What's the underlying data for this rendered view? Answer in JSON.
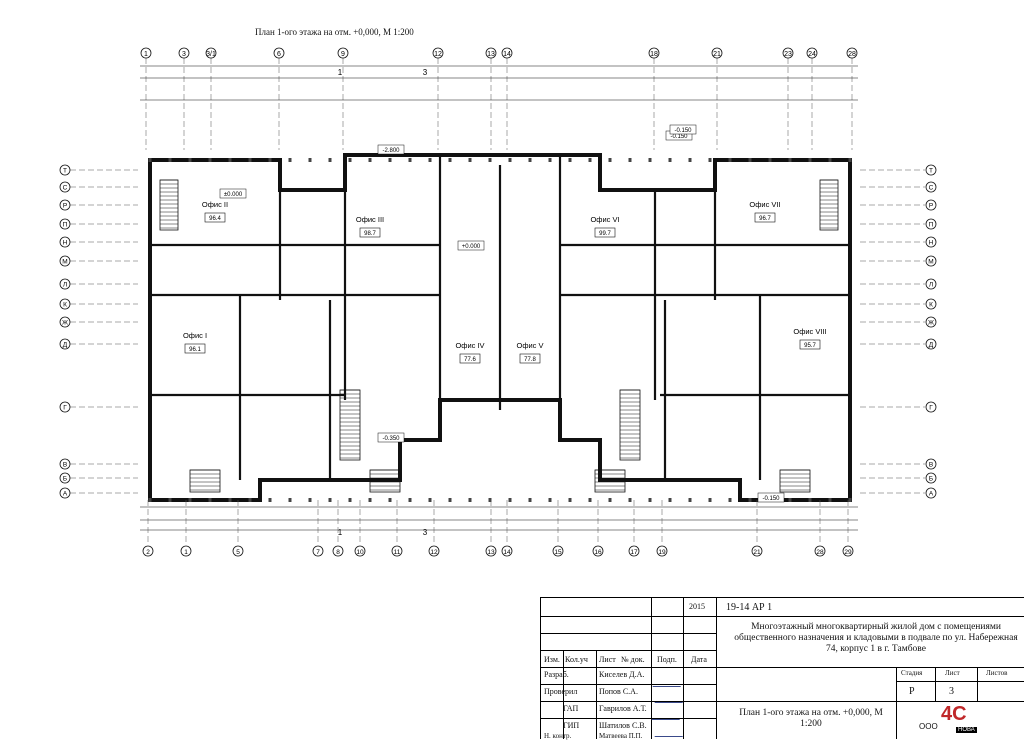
{
  "drawing": {
    "title": "План 1-ого этажа на отм. +0,000,  М 1:200",
    "axes_top": [
      "1",
      "3",
      "3/1",
      "6",
      "9",
      "12",
      "13",
      "14",
      "18",
      "21",
      "23",
      "24",
      "28"
    ],
    "axes_bottom": [
      "2",
      "1",
      "5",
      "7",
      "8",
      "10",
      "11",
      "12",
      "13",
      "14",
      "15",
      "16",
      "17",
      "19",
      "21",
      "28",
      "29"
    ],
    "axes_left": [
      "Т",
      "С",
      "Р",
      "П",
      "Н",
      "М",
      "Л",
      "К",
      "Ж",
      "Д",
      "Г",
      "В",
      "Б",
      "А"
    ],
    "axes_right": [
      "Т",
      "С",
      "Р",
      "П",
      "Н",
      "М",
      "Л",
      "К",
      "Ж",
      "Д",
      "Г",
      "В",
      "Б",
      "А"
    ],
    "rooms": [
      {
        "label": "Офис II",
        "area": "96.4"
      },
      {
        "label": "Офис III",
        "area": "98.7"
      },
      {
        "label": "Офис VI",
        "area": "99.7"
      },
      {
        "label": "Офис VII",
        "area": "96.7"
      },
      {
        "label": "Офис I",
        "area": "96.1"
      },
      {
        "label": "Офис IV",
        "area": "77.6"
      },
      {
        "label": "Офис V",
        "area": "77.8"
      },
      {
        "label": "Офис VIII",
        "area": "95.7"
      }
    ],
    "levels": [
      "±0.000",
      "-2.800",
      "-0.150",
      "+0.000",
      "-0.150",
      "-0.350",
      "-0.150"
    ],
    "section_marks": [
      "1",
      "1",
      "3",
      "3"
    ]
  },
  "stamp": {
    "year": "2015",
    "code": "19-14 АР 1",
    "project": "Многоэтажный многоквартирный жилой дом с помещениями общественного назначения и кладовыми в подвале по ул. Набережная 74, корпус 1 в г. Тамбове",
    "sheet_title": "План 1-ого этажа на отм. +0,000, М 1:200",
    "col_headers": [
      "Изм.",
      "Кол.уч",
      "Лист",
      "№ док.",
      "Подп.",
      "Дата"
    ],
    "rows": [
      {
        "role": "Разраб.",
        "name": "Киселев Д.А."
      },
      {
        "role": "Проверил",
        "name": "Попов С.А."
      },
      {
        "role": "ГАП",
        "name": "Гаврилов А.Т."
      },
      {
        "role": "ГИП",
        "name": "Шатилов С.В."
      },
      {
        "role": "Н. контр.",
        "name": "Матвеева П.П."
      }
    ],
    "stage_label": "Стадия",
    "sheet_label": "Лист",
    "sheets_label": "Листов",
    "stage": "Р",
    "sheet": "3",
    "org_prefix": "ООО",
    "org_logo": "4C",
    "org_name": "НОВА"
  }
}
